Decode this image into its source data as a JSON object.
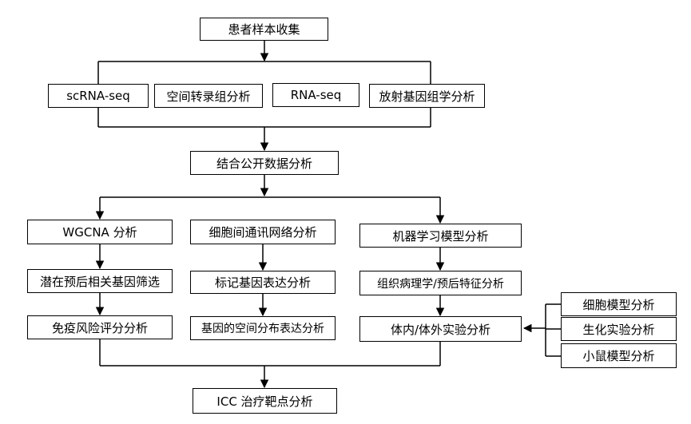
{
  "diagram": {
    "nodes": {
      "collect": "患者样本收集",
      "scrna": "scRNA-seq",
      "spatial": "空间转录组分析",
      "rnaseq": "RNA-seq",
      "radiomics": "放射基因组学分析",
      "public": "结合公开数据分析",
      "wgcna": "WGCNA 分析",
      "prognostic": "潜在预后相关基因筛选",
      "immune": "免疫风险评分分析",
      "cellcomm": "细胞间通讯网络分析",
      "marker": "标记基因表达分析",
      "spatialexpr": "基因的空间分布表达分析",
      "ml": "机器学习模型分析",
      "pathology": "组织病理学/预后特征分析",
      "invivo": "体内/体外实验分析",
      "cellmodel": "细胞模型分析",
      "biochem": "生化实验分析",
      "mouse": "小鼠模型分析",
      "target": "ICC 治疗靶点分析"
    }
  }
}
